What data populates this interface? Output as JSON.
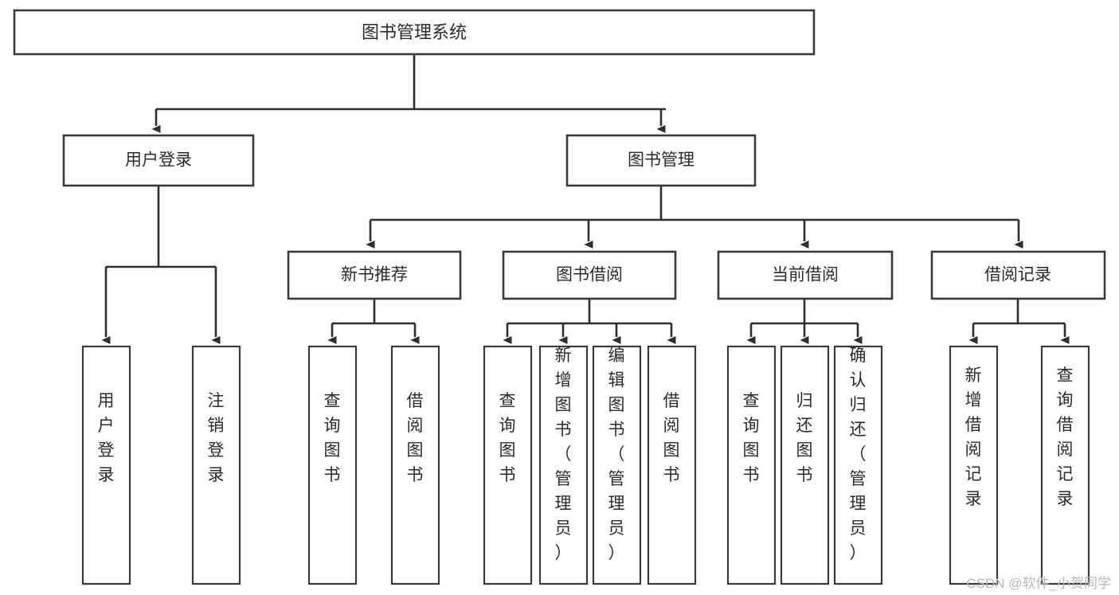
{
  "diagram": {
    "type": "tree",
    "title": "图书管理系统",
    "watermark": "CSDN @软件_小贺同学",
    "colors": {
      "background": "#ffffff",
      "stroke": "#3a3a3a",
      "connector": "#2e2e2e",
      "text": "#2b2b2b",
      "watermark": "#b9b9b9"
    },
    "nodes": {
      "root": {
        "label": "图书管理系统"
      },
      "level2": [
        {
          "label": "用户登录"
        },
        {
          "label": "图书管理"
        }
      ],
      "level3": [
        {
          "label": "新书推荐"
        },
        {
          "label": "图书借阅"
        },
        {
          "label": "当前借阅"
        },
        {
          "label": "借阅记录"
        }
      ],
      "leaves": {
        "user_login": [
          {
            "label": "用户登录"
          },
          {
            "label": "注销登录"
          }
        ],
        "new_book": [
          {
            "label": "查询图书"
          },
          {
            "label": "借阅图书"
          }
        ],
        "borrow_book": [
          {
            "label": "查询图书"
          },
          {
            "label": "新增图书（管理员）"
          },
          {
            "label": "编辑图书（管理员）"
          },
          {
            "label": "借阅图书"
          }
        ],
        "current_borrow": [
          {
            "label": "查询图书"
          },
          {
            "label": "归还图书"
          },
          {
            "label": "确认归还（管理员）"
          }
        ],
        "borrow_record": [
          {
            "label": "新增借阅记录"
          },
          {
            "label": "查询借阅记录"
          }
        ]
      }
    }
  }
}
